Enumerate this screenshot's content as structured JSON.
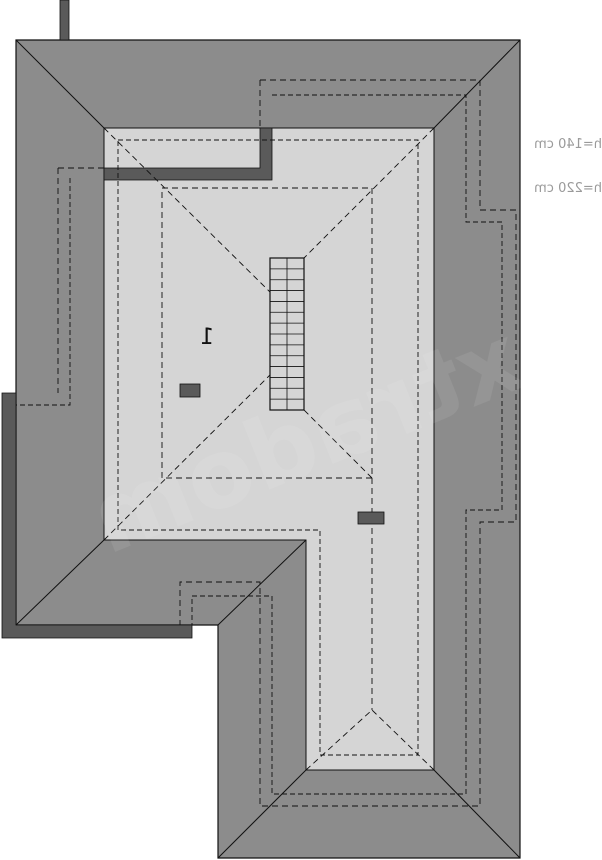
{
  "plan": {
    "room_label": "1",
    "legend": [
      {
        "text": "h=140 cm",
        "line": "dashed"
      },
      {
        "text": "h=220 cm",
        "line": "dashed-fine"
      }
    ],
    "watermark": "extradom"
  },
  "colors": {
    "roof_dark": "#7a7a7a",
    "roof_medium": "#8f8f8f",
    "floor_light": "#d4d4d4",
    "wall": "#5a5a5a",
    "line": "#111111",
    "legend_text": "#9a9a9a"
  }
}
